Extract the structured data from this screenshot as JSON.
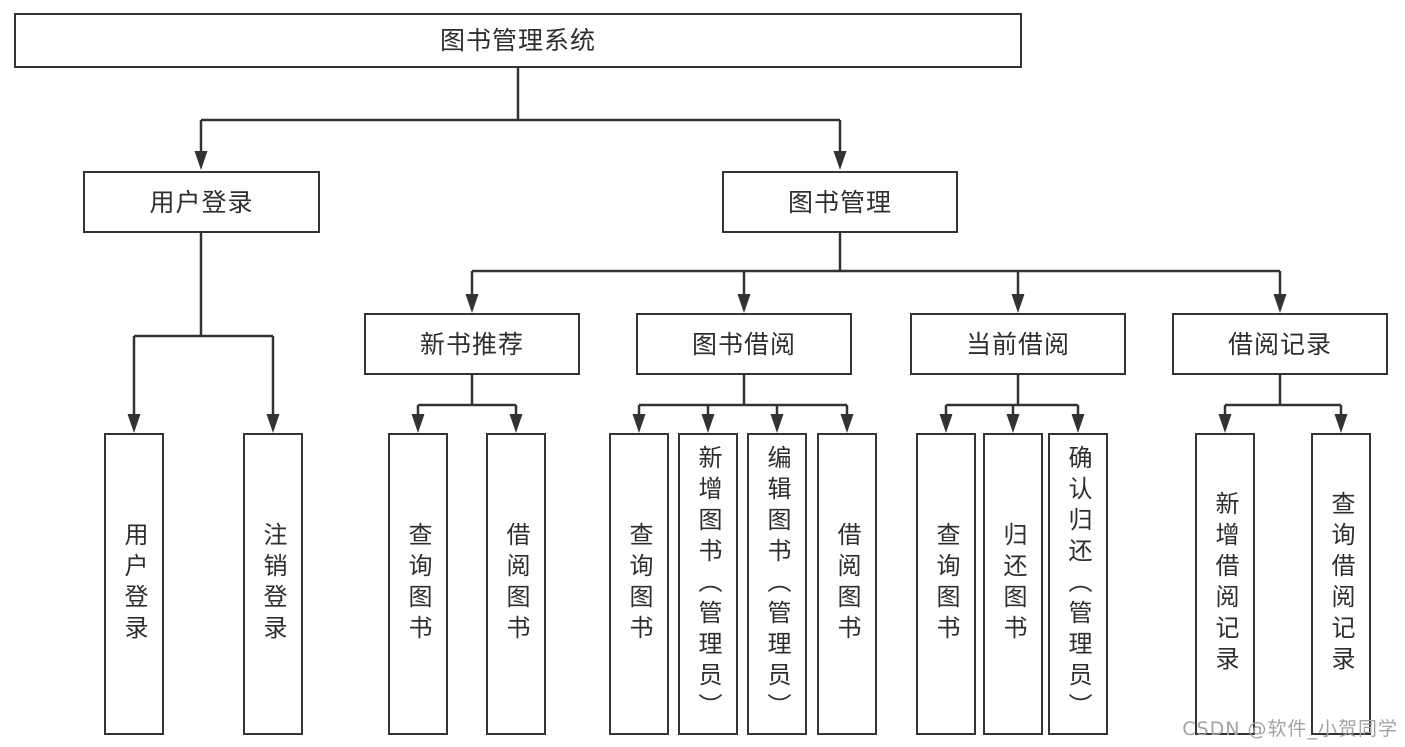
{
  "diagram": {
    "type": "tree",
    "root": {
      "label": "图书管理系统"
    },
    "level2": [
      {
        "label": "用户登录"
      },
      {
        "label": "图书管理"
      }
    ],
    "level3": [
      {
        "label": "新书推荐",
        "parent": "图书管理"
      },
      {
        "label": "图书借阅",
        "parent": "图书管理"
      },
      {
        "label": "当前借阅",
        "parent": "图书管理"
      },
      {
        "label": "借阅记录",
        "parent": "图书管理"
      }
    ],
    "leaves": [
      {
        "label": "用户登录",
        "parent": "用户登录"
      },
      {
        "label": "注销登录",
        "parent": "用户登录"
      },
      {
        "label": "查询图书",
        "parent": "新书推荐"
      },
      {
        "label": "借阅图书",
        "parent": "新书推荐"
      },
      {
        "label": "查询图书",
        "parent": "图书借阅"
      },
      {
        "label": "新增图书（管理员）",
        "parent": "图书借阅"
      },
      {
        "label": "编辑图书（管理员）",
        "parent": "图书借阅"
      },
      {
        "label": "借阅图书",
        "parent": "图书借阅"
      },
      {
        "label": "查询图书",
        "parent": "当前借阅"
      },
      {
        "label": "归还图书",
        "parent": "当前借阅"
      },
      {
        "label": "确认归还（管理员）",
        "parent": "当前借阅"
      },
      {
        "label": "新增借阅记录",
        "parent": "借阅记录"
      },
      {
        "label": "查询借阅记录",
        "parent": "借阅记录"
      }
    ],
    "watermark": "CSDN @软件_小贺同学",
    "colors": {
      "line": "#333333",
      "text": "#2e2e2e",
      "watermark": "#a3a3a3",
      "background": "#ffffff"
    }
  }
}
